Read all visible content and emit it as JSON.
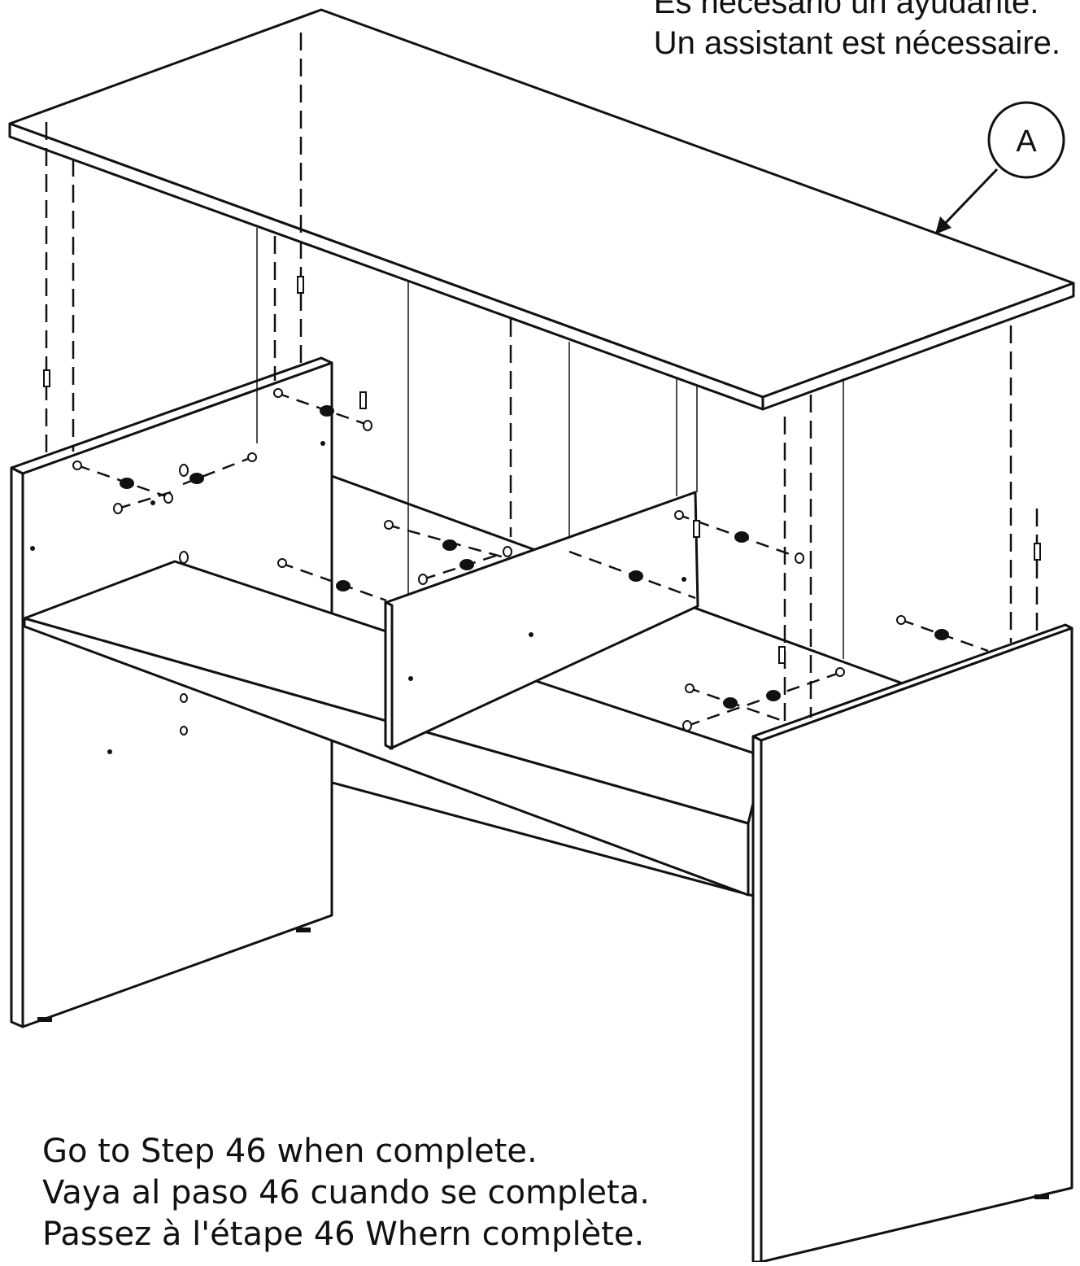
{
  "instructions": {
    "assistant_lines": [
      "Es necesario un ayudante.",
      "Un assistant est nécessaire."
    ],
    "completion_lines": [
      "Go to Step 46 when complete.",
      "Vaya al paso 46 cuando se completa.",
      "Passez à l'étape 46 Whern complète."
    ]
  },
  "callouts": [
    {
      "label": "A"
    }
  ]
}
